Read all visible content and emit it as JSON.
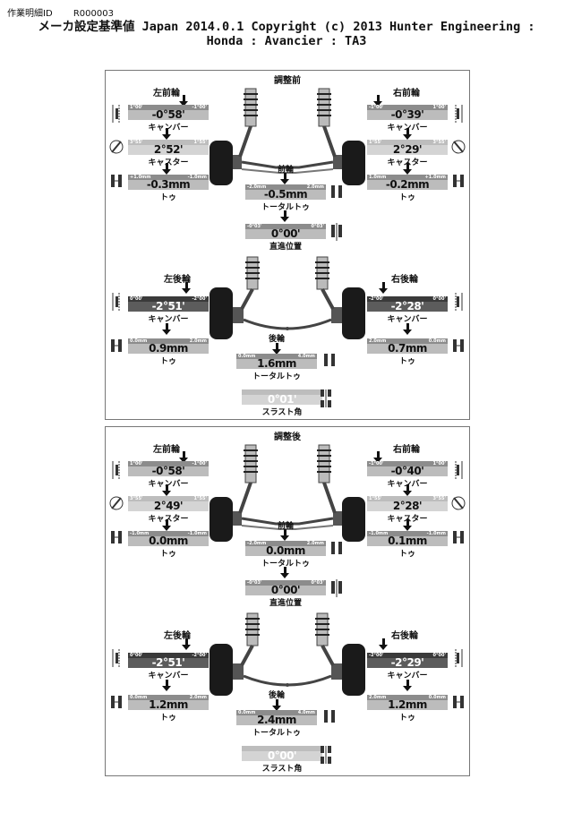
{
  "header": {
    "id_label": "作業明細ID",
    "id_value": "R000003"
  },
  "title": {
    "line1": "メーカ設定基準値 Japan 2014.0.1 Copyright (c) 2013 Hunter Engineering :",
    "line2": "Honda : Avancier : TA3"
  },
  "labels": {
    "front_left": "左前輪",
    "front_right": "右前輪",
    "front_axle": "前輪",
    "rear_left": "左後輪",
    "rear_right": "右後輪",
    "rear_axle": "後輪",
    "camber": "キャンバー",
    "caster": "キャスター",
    "toe": "トゥ",
    "total_toe": "トータルトゥ",
    "straight": "直進位置",
    "thrust": "スラスト角"
  },
  "before": {
    "title": "調整前",
    "fl_camber": {
      "min": "1°00'",
      "max": "-1°00'",
      "value": "-0°58'"
    },
    "fl_caster": {
      "min": "3°55'",
      "max": "1°55'",
      "value": "2°52'"
    },
    "fl_toe": {
      "min": "+1.0mm",
      "max": "-1.0mm",
      "value": "-0.3mm"
    },
    "fr_camber": {
      "min": "-1°00'",
      "max": "1°00'",
      "value": "-0°39'"
    },
    "fr_caster": {
      "min": "1°55'",
      "max": "3°55'",
      "value": "2°29'"
    },
    "fr_toe": {
      "min": "1.0mm",
      "max": "+1.0mm",
      "value": "-0.2mm"
    },
    "front_total_toe": {
      "min": "-2.0mm",
      "max": "2.0mm",
      "value": "-0.5mm"
    },
    "straight": {
      "min": "-0°03'",
      "max": "0°03'",
      "value": "0°00'"
    },
    "rl_camber": {
      "min": "0°00'",
      "max": "-2°00'",
      "value": "-2°51'"
    },
    "rl_toe": {
      "min": "0.0mm",
      "max": "2.0mm",
      "value": "0.9mm"
    },
    "rr_camber": {
      "min": "-2°00'",
      "max": "0°00'",
      "value": "-2°28'"
    },
    "rr_toe": {
      "min": "2.0mm",
      "max": "0.0mm",
      "value": "0.7mm"
    },
    "rear_total_toe": {
      "min": "0.0mm",
      "max": "4.0mm",
      "value": "1.6mm"
    },
    "thrust": {
      "value": "0°01'"
    }
  },
  "after": {
    "title": "調整後",
    "fl_camber": {
      "min": "1°00'",
      "max": "-1°00'",
      "value": "-0°58'"
    },
    "fl_caster": {
      "min": "3°55'",
      "max": "1°55'",
      "value": "2°49'"
    },
    "fl_toe": {
      "min": "-1.0mm",
      "max": "-1.0mm",
      "value": "0.0mm"
    },
    "fr_camber": {
      "min": "-1°00'",
      "max": "1°00'",
      "value": "-0°40'"
    },
    "fr_caster": {
      "min": "1°55'",
      "max": "3°55'",
      "value": "2°28'"
    },
    "fr_toe": {
      "min": "-1.0mm",
      "max": "-1.0mm",
      "value": "0.1mm"
    },
    "front_total_toe": {
      "min": "-2.0mm",
      "max": "2.0mm",
      "value": "0.0mm"
    },
    "straight": {
      "min": "-0°03'",
      "max": "0°03'",
      "value": "0°00'"
    },
    "rl_camber": {
      "min": "0°00'",
      "max": "-2°00'",
      "value": "-2°51'"
    },
    "rl_toe": {
      "min": "0.0mm",
      "max": "2.0mm",
      "value": "1.2mm"
    },
    "rr_camber": {
      "min": "-2°00'",
      "max": "0°00'",
      "value": "-2°29'"
    },
    "rr_toe": {
      "min": "2.0mm",
      "max": "0.0mm",
      "value": "1.2mm"
    },
    "rear_total_toe": {
      "min": "0.0mm",
      "max": "4.0mm",
      "value": "2.4mm"
    },
    "thrust": {
      "value": "0°00'"
    }
  }
}
